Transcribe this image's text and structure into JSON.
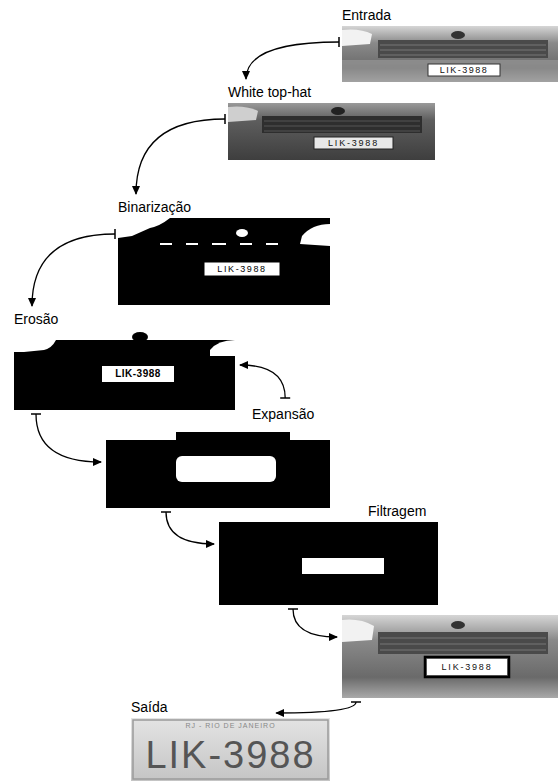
{
  "diagram": {
    "nodes": [
      {
        "text": [
          "Entrada",
          "LIK-3988"
        ]
      },
      {
        "text": [
          "White top-hat",
          "LIK-3988"
        ]
      },
      {
        "text": [
          "Binarização",
          "LIK-3988"
        ]
      },
      {
        "text": [
          "Erosão",
          "LIK-3988"
        ]
      },
      {
        "text": [
          "Expansão"
        ]
      },
      {
        "text": [
          "Filtragem"
        ]
      },
      {
        "text": [
          "LIK-3988"
        ]
      },
      {
        "text": [
          "Saída",
          "RJ - RIO DE JANEIRO",
          "LIK-3988"
        ]
      }
    ],
    "edges": [
      {
        "from": 0,
        "to": 1,
        "arrow": "to"
      },
      {
        "from": 1,
        "to": 2,
        "arrow": "to"
      },
      {
        "from": 2,
        "to": 3,
        "arrow": "to"
      },
      {
        "from": 3,
        "to": 4,
        "arrow": "to"
      },
      {
        "from": 4,
        "to": 3,
        "arrow": "to"
      },
      {
        "from": 4,
        "to": 5,
        "arrow": "to"
      },
      {
        "from": 5,
        "to": 6,
        "arrow": "to"
      },
      {
        "from": 6,
        "to": 7,
        "arrow": "to"
      }
    ]
  }
}
